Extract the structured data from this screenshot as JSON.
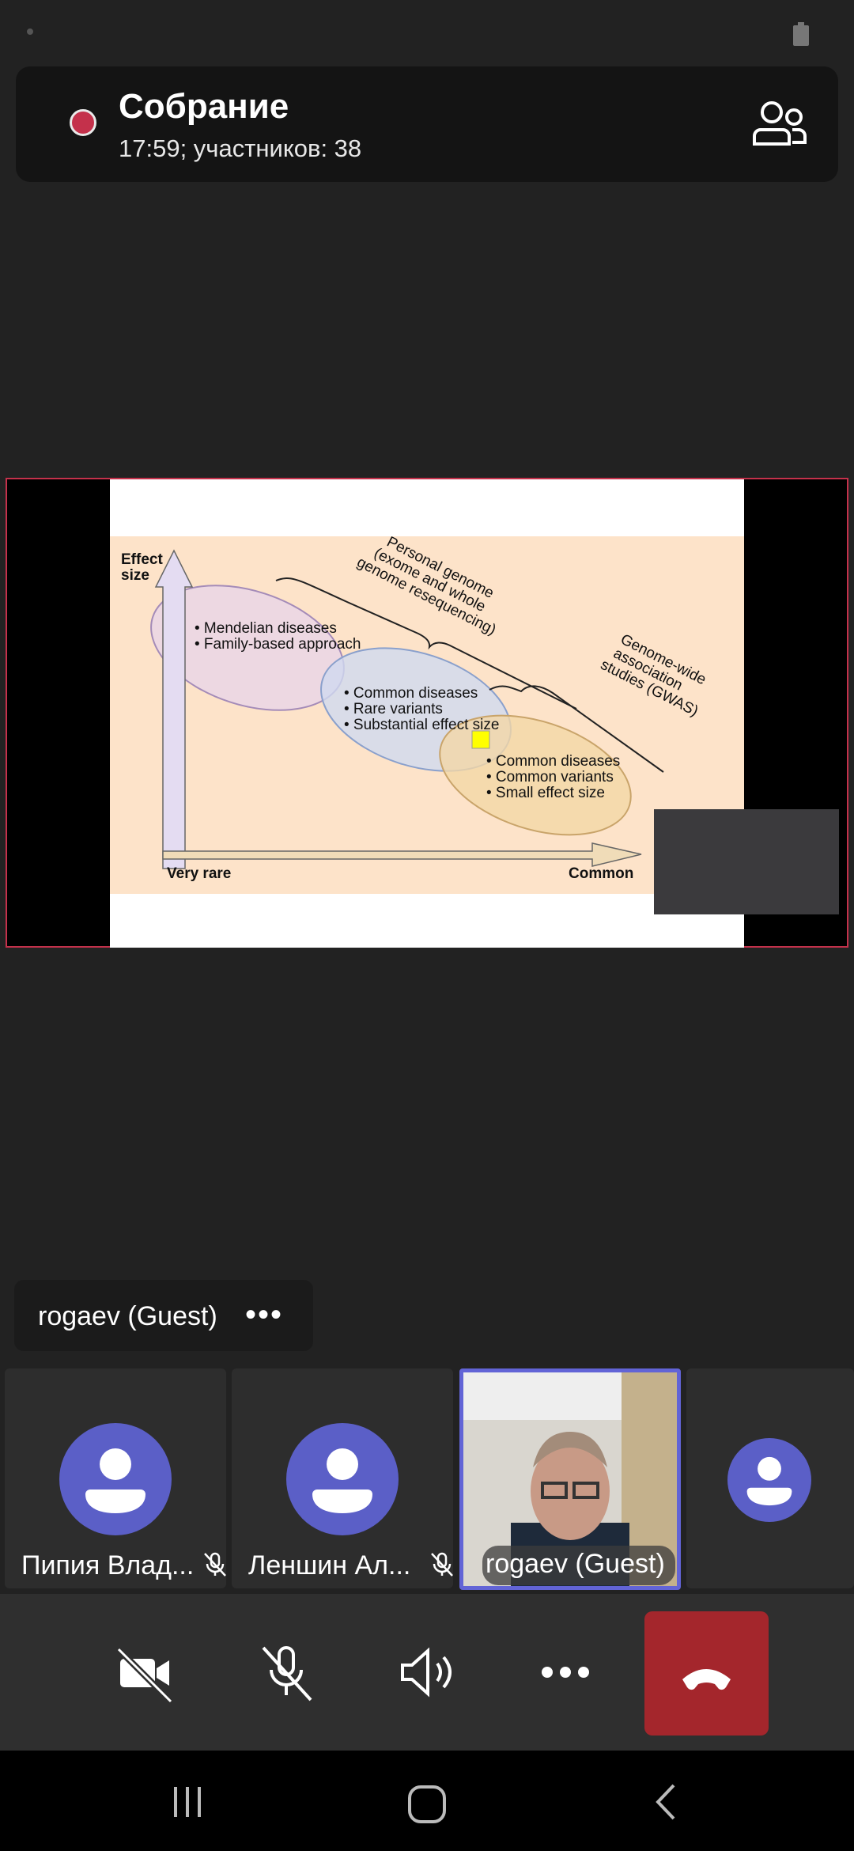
{
  "meeting": {
    "title": "Собрание",
    "subtitle": "17:59; участников: 38"
  },
  "slide": {
    "y_axis_label_1": "Effect",
    "y_axis_label_2": "size",
    "x_axis_left": "Very rare",
    "x_axis_right": "Common",
    "mendelian_1": "• Mendelian diseases",
    "mendelian_2": "• Family-based approach",
    "rare_1": "• Common diseases",
    "rare_2": "• Rare variants",
    "rare_3": "• Substantial effect size",
    "common_1": "• Common diseases",
    "common_2": "• Common variants",
    "common_3": "• Small effect size",
    "pg_1": "Personal genome",
    "pg_2": "(exome and whole",
    "pg_3": "genome resequencing)",
    "gw_1": "Genome-wide",
    "gw_2": "association",
    "gw_3": "studies (GWAS)"
  },
  "speaker": {
    "name": "rogaev (Guest)",
    "more": "•••"
  },
  "participants": [
    {
      "name": "Пипия Влад..."
    },
    {
      "name": "Леншин Ал..."
    },
    {
      "name": "rogaev (Guest)"
    }
  ],
  "colors": {
    "accent": "#5b5fc7",
    "hangup": "#a4262c",
    "recording": "#c4314b"
  }
}
